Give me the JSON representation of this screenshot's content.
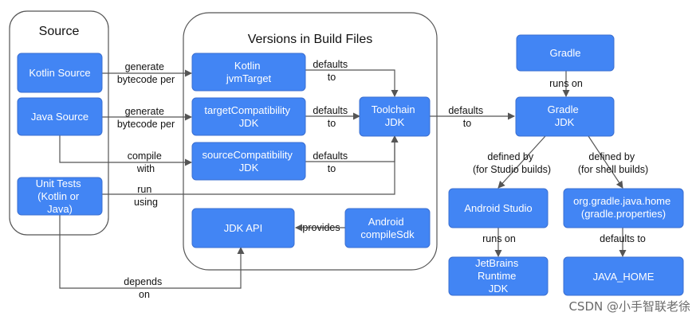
{
  "groups": {
    "source": "Source",
    "versions": "Versions in Build Files"
  },
  "nodes": {
    "kotlin_source": [
      "Kotlin Source"
    ],
    "java_source": [
      "Java Source"
    ],
    "unit_tests": [
      "Unit Tests",
      "(Kotlin or",
      "Java)"
    ],
    "kotlin_jvmtarget": [
      "Kotlin",
      "jvmTarget"
    ],
    "target_compat": [
      "targetCompatibility",
      "JDK"
    ],
    "source_compat": [
      "sourceCompatibility",
      "JDK"
    ],
    "jdk_api": [
      "JDK API"
    ],
    "android_compilesdk": [
      "Android",
      "compileSdk"
    ],
    "toolchain_jdk": [
      "Toolchain",
      "JDK"
    ],
    "gradle": [
      "Gradle"
    ],
    "gradle_jdk": [
      "Gradle",
      "JDK"
    ],
    "android_studio": [
      "Android Studio"
    ],
    "gradle_java_home": [
      "org.gradle.java.home",
      "(gradle.properties)"
    ],
    "jetbrains_runtime": [
      "JetBrains",
      "Runtime",
      "JDK"
    ],
    "java_home": [
      "JAVA_HOME"
    ]
  },
  "edges": {
    "kotlin_gen": [
      "generate",
      "bytecode per"
    ],
    "java_gen": [
      "generate",
      "bytecode per"
    ],
    "java_compile": [
      "compile",
      "with"
    ],
    "tests_run": [
      "run",
      "using"
    ],
    "jvm_defaults": [
      "defaults",
      "to"
    ],
    "target_defaults": [
      "defaults",
      "to"
    ],
    "source_defaults": [
      "defaults",
      "to"
    ],
    "toolchain_defaults": [
      "defaults",
      "to"
    ],
    "provides": [
      "provides"
    ],
    "depends": [
      "depends",
      "on"
    ],
    "gradle_runs": [
      "runs on"
    ],
    "defined_studio": [
      "defined by",
      "(for Studio builds)"
    ],
    "defined_shell": [
      "defined by",
      "(for shell builds)"
    ],
    "studio_runs": [
      "runs on"
    ],
    "home_defaults": [
      "defaults to"
    ]
  },
  "watermark": "CSDN @小手智联老徐",
  "colors": {
    "box": "#4285f4",
    "line": "#555555",
    "text_on_box": "#ffffff"
  }
}
